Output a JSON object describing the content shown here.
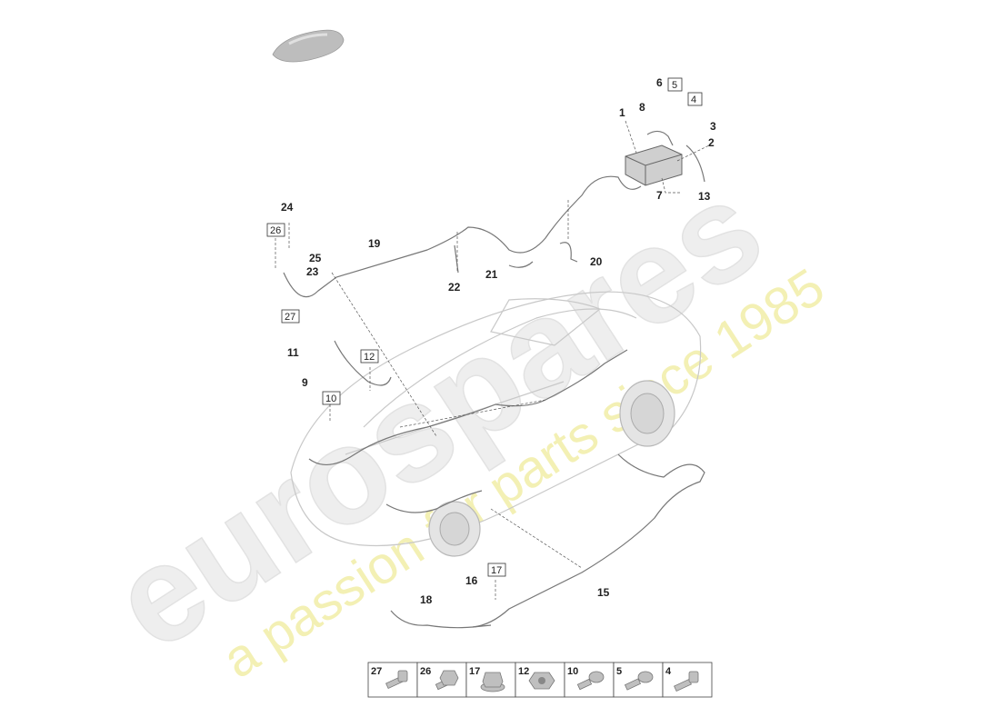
{
  "watermark": {
    "brand": "eurospares",
    "tagline": "a passion for parts since 1985"
  },
  "callouts": [
    {
      "id": "1",
      "boxed": false
    },
    {
      "id": "2",
      "boxed": false
    },
    {
      "id": "3",
      "boxed": false
    },
    {
      "id": "4",
      "boxed": true
    },
    {
      "id": "5",
      "boxed": true
    },
    {
      "id": "6",
      "boxed": false
    },
    {
      "id": "7",
      "boxed": false
    },
    {
      "id": "8",
      "boxed": false
    },
    {
      "id": "9",
      "boxed": false
    },
    {
      "id": "10",
      "boxed": true
    },
    {
      "id": "11",
      "boxed": false
    },
    {
      "id": "12",
      "boxed": true
    },
    {
      "id": "13",
      "boxed": false
    },
    {
      "id": "15",
      "boxed": false
    },
    {
      "id": "16",
      "boxed": false
    },
    {
      "id": "17",
      "boxed": true
    },
    {
      "id": "18",
      "boxed": false
    },
    {
      "id": "19",
      "boxed": false
    },
    {
      "id": "20",
      "boxed": false
    },
    {
      "id": "21",
      "boxed": false
    },
    {
      "id": "22",
      "boxed": false
    },
    {
      "id": "23",
      "boxed": false
    },
    {
      "id": "24",
      "boxed": false
    },
    {
      "id": "25",
      "boxed": false
    },
    {
      "id": "26",
      "boxed": true
    },
    {
      "id": "27",
      "boxed": true
    }
  ],
  "fastener_legend": [
    "27",
    "26",
    "17",
    "12",
    "10",
    "5",
    "4"
  ]
}
